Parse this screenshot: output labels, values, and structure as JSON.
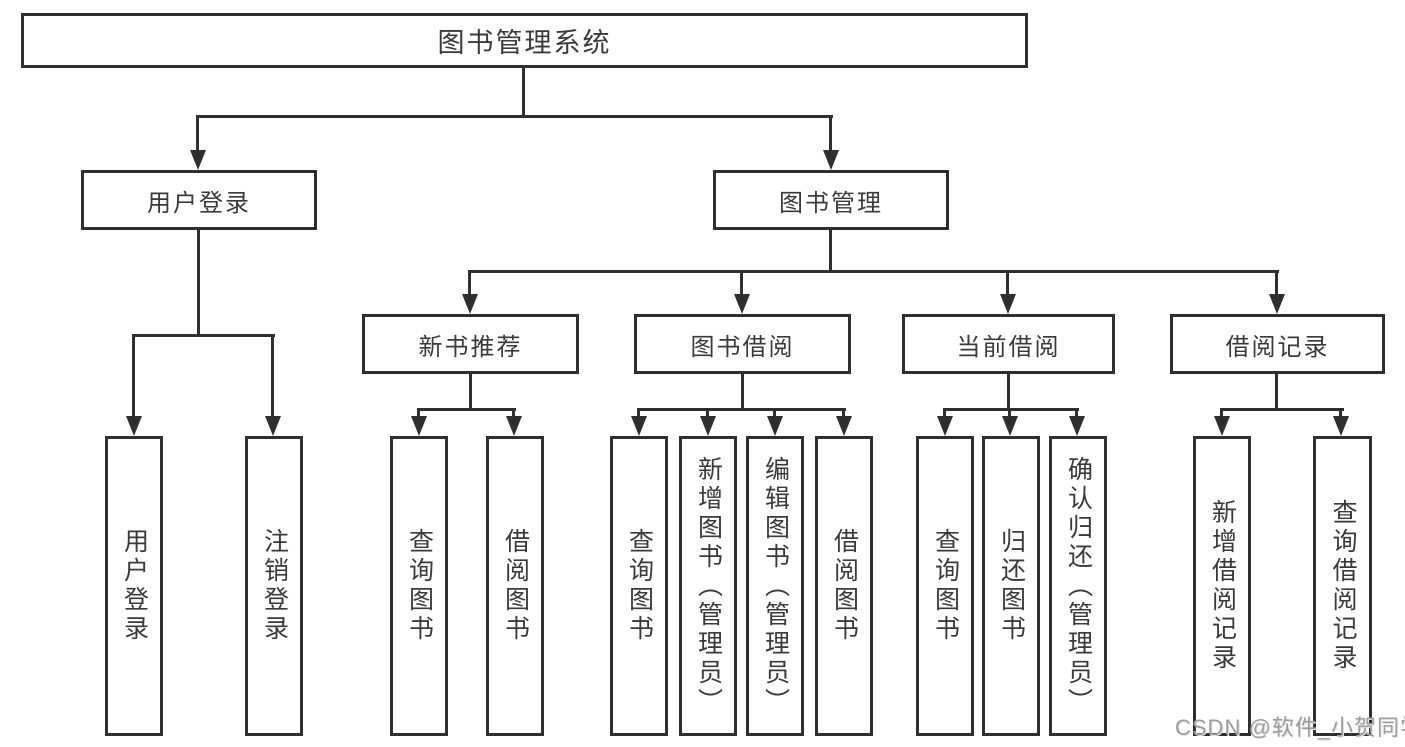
{
  "tree": {
    "label": "图书管理系统",
    "children": [
      {
        "label": "用户登录",
        "children": [
          {
            "label": "用户登录"
          },
          {
            "label": "注销登录"
          }
        ]
      },
      {
        "label": "图书管理",
        "children": [
          {
            "label": "新书推荐",
            "children": [
              {
                "label": "查询图书"
              },
              {
                "label": "借阅图书"
              }
            ]
          },
          {
            "label": "图书借阅",
            "children": [
              {
                "label": "查询图书"
              },
              {
                "label": "新增图书（管理员）"
              },
              {
                "label": "编辑图书（管理员）"
              },
              {
                "label": "借阅图书"
              }
            ]
          },
          {
            "label": "当前借阅",
            "children": [
              {
                "label": "查询图书"
              },
              {
                "label": "归还图书"
              },
              {
                "label": "确认归还（管理员）"
              }
            ]
          },
          {
            "label": "借阅记录",
            "children": [
              {
                "label": "新增借阅记录"
              },
              {
                "label": "查询借阅记录"
              }
            ]
          }
        ]
      }
    ]
  },
  "watermark": "CSDN @软件_小贺同学",
  "colors": {
    "line": "#2f2f2f",
    "box_border": "#2f2f2f",
    "text": "#3a3a3a",
    "watermark": "#9c9c9c",
    "background": "#ffffff"
  }
}
